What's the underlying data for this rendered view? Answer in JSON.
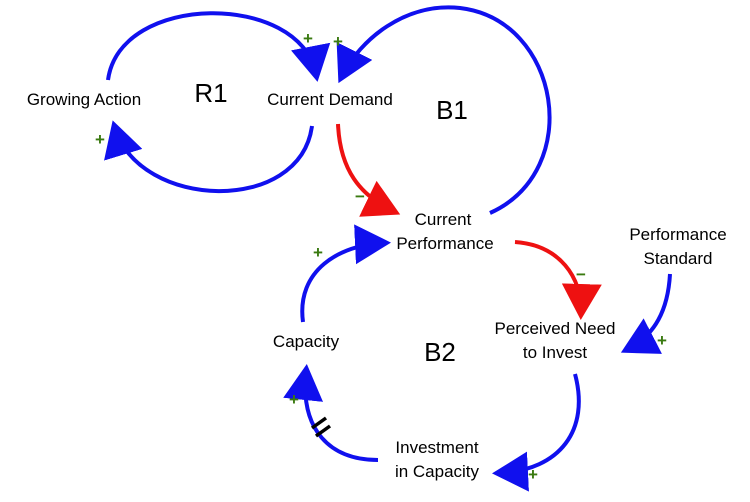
{
  "colors": {
    "positive_link": "#1010ee",
    "negative_link": "#ee1111",
    "plus_sign": "#3a7a10",
    "minus_sign": "#3a7a10",
    "delay_mark": "#000000"
  },
  "nodes": {
    "growing_action": "Growing Action",
    "current_demand": "Current Demand",
    "current_performance": [
      "Current",
      "Performance"
    ],
    "performance_standard": [
      "Performance",
      "Standard"
    ],
    "perceived_need": [
      "Perceived Need",
      "to Invest"
    ],
    "capacity": "Capacity",
    "investment": [
      "Investment",
      "in Capacity"
    ]
  },
  "loops": {
    "r1": "R1",
    "b1": "B1",
    "b2": "B2"
  },
  "polarities": {
    "plus": "+",
    "minus": "−"
  },
  "links": [
    {
      "from": "Growing Action",
      "to": "Current Demand",
      "polarity": "+"
    },
    {
      "from": "Current Demand",
      "to": "Growing Action",
      "polarity": "+"
    },
    {
      "from": "Current Demand",
      "to": "Current Performance",
      "polarity": "−"
    },
    {
      "from": "Current Performance",
      "to": "Current Demand",
      "polarity": "+"
    },
    {
      "from": "Current Performance",
      "to": "Perceived Need to Invest",
      "polarity": "−"
    },
    {
      "from": "Performance Standard",
      "to": "Perceived Need to Invest",
      "polarity": "+"
    },
    {
      "from": "Perceived Need to Invest",
      "to": "Investment in Capacity",
      "polarity": "+"
    },
    {
      "from": "Investment in Capacity",
      "to": "Capacity",
      "polarity": "+",
      "delay": true
    },
    {
      "from": "Capacity",
      "to": "Current Performance",
      "polarity": "+"
    }
  ]
}
